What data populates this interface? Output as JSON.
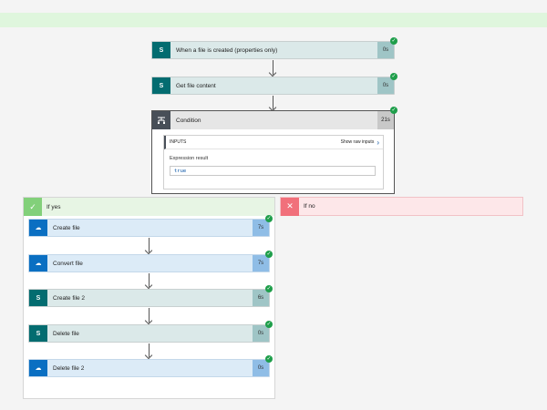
{
  "trigger": {
    "label": "When a file is created (properties only)",
    "duration": "0s"
  },
  "get_content": {
    "label": "Get file content",
    "duration": "0s"
  },
  "condition": {
    "label": "Condition",
    "duration": "21s",
    "inputs_label": "INPUTS",
    "show_raw_label": "Show raw inputs",
    "expression_label": "Expression result",
    "expression_value": "true"
  },
  "branch_yes": {
    "label": "If yes"
  },
  "branch_no": {
    "label": "If no"
  },
  "yes_actions": [
    {
      "label": "Create file",
      "duration": "7s",
      "connector": "onedrive"
    },
    {
      "label": "Convert file",
      "duration": "7s",
      "connector": "onedrive"
    },
    {
      "label": "Create file 2",
      "duration": "6s",
      "connector": "sharepoint"
    },
    {
      "label": "Delete file",
      "duration": "0s",
      "connector": "sharepoint"
    },
    {
      "label": "Delete file 2",
      "duration": "0s",
      "connector": "onedrive"
    }
  ],
  "icons": {
    "sharepoint": "sharepoint-icon",
    "onedrive": "cloud-icon",
    "condition": "condition-icon",
    "success": "check-icon",
    "yes": "checkmark-icon",
    "no": "close-icon"
  },
  "colors": {
    "sharepoint": "#036c70",
    "onedrive": "#0a6fc2",
    "success": "#1e9e4a",
    "yes_accent": "#82d07a",
    "no_accent": "#f1707b"
  }
}
